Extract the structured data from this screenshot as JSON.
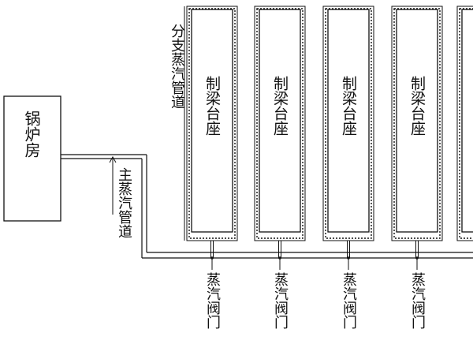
{
  "labels": {
    "boiler_room": "锅炉房",
    "main_pipe": "主蒸汽管道",
    "branch_pipe": "分支蒸汽管道",
    "bed_label": "制梁台座",
    "valve_label": "蒸汽阀门"
  },
  "beds": [
    {
      "label": "制梁台座"
    },
    {
      "label": "制梁台座"
    },
    {
      "label": "制梁台座"
    },
    {
      "label": "制梁台座"
    }
  ],
  "valves": [
    {
      "label": "蒸汽阀门"
    },
    {
      "label": "蒸汽阀门"
    },
    {
      "label": "蒸汽阀门"
    },
    {
      "label": "蒸汽阀门"
    }
  ],
  "colors": {
    "stroke": "#111111",
    "background": "#ffffff"
  }
}
